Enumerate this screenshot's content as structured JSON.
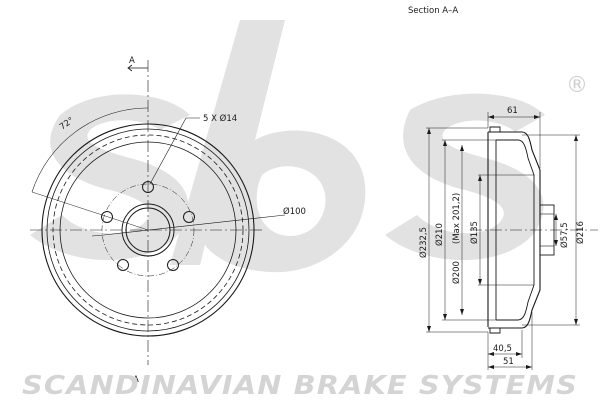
{
  "section_title": "Section  A–A",
  "section_marker": "A",
  "front_view": {
    "angle_label": "72°",
    "bolt_pattern_label": "5 X Ø14",
    "pcd_label": "Ø100"
  },
  "section_view": {
    "top_width": "61",
    "bottom_width_inner": "40,5",
    "bottom_width_outer": "51",
    "outer_diameter": "Ø232,5",
    "drum_diameter": "Ø210",
    "braking_surface": "Ø200",
    "max_note": "(Max 201,2)",
    "hub_outer": "Ø135",
    "center_bore": "Ø57,5",
    "flange_diameter": "Ø216"
  },
  "brand": {
    "logo_text": "sbs",
    "registered_mark": "®",
    "tagline": "SCANDINAVIAN BRAKE SYSTEMS"
  },
  "colors": {
    "line": "#1a1a1a",
    "watermark": "#dcdcdc",
    "watermark_text": "#d6d6d6"
  }
}
